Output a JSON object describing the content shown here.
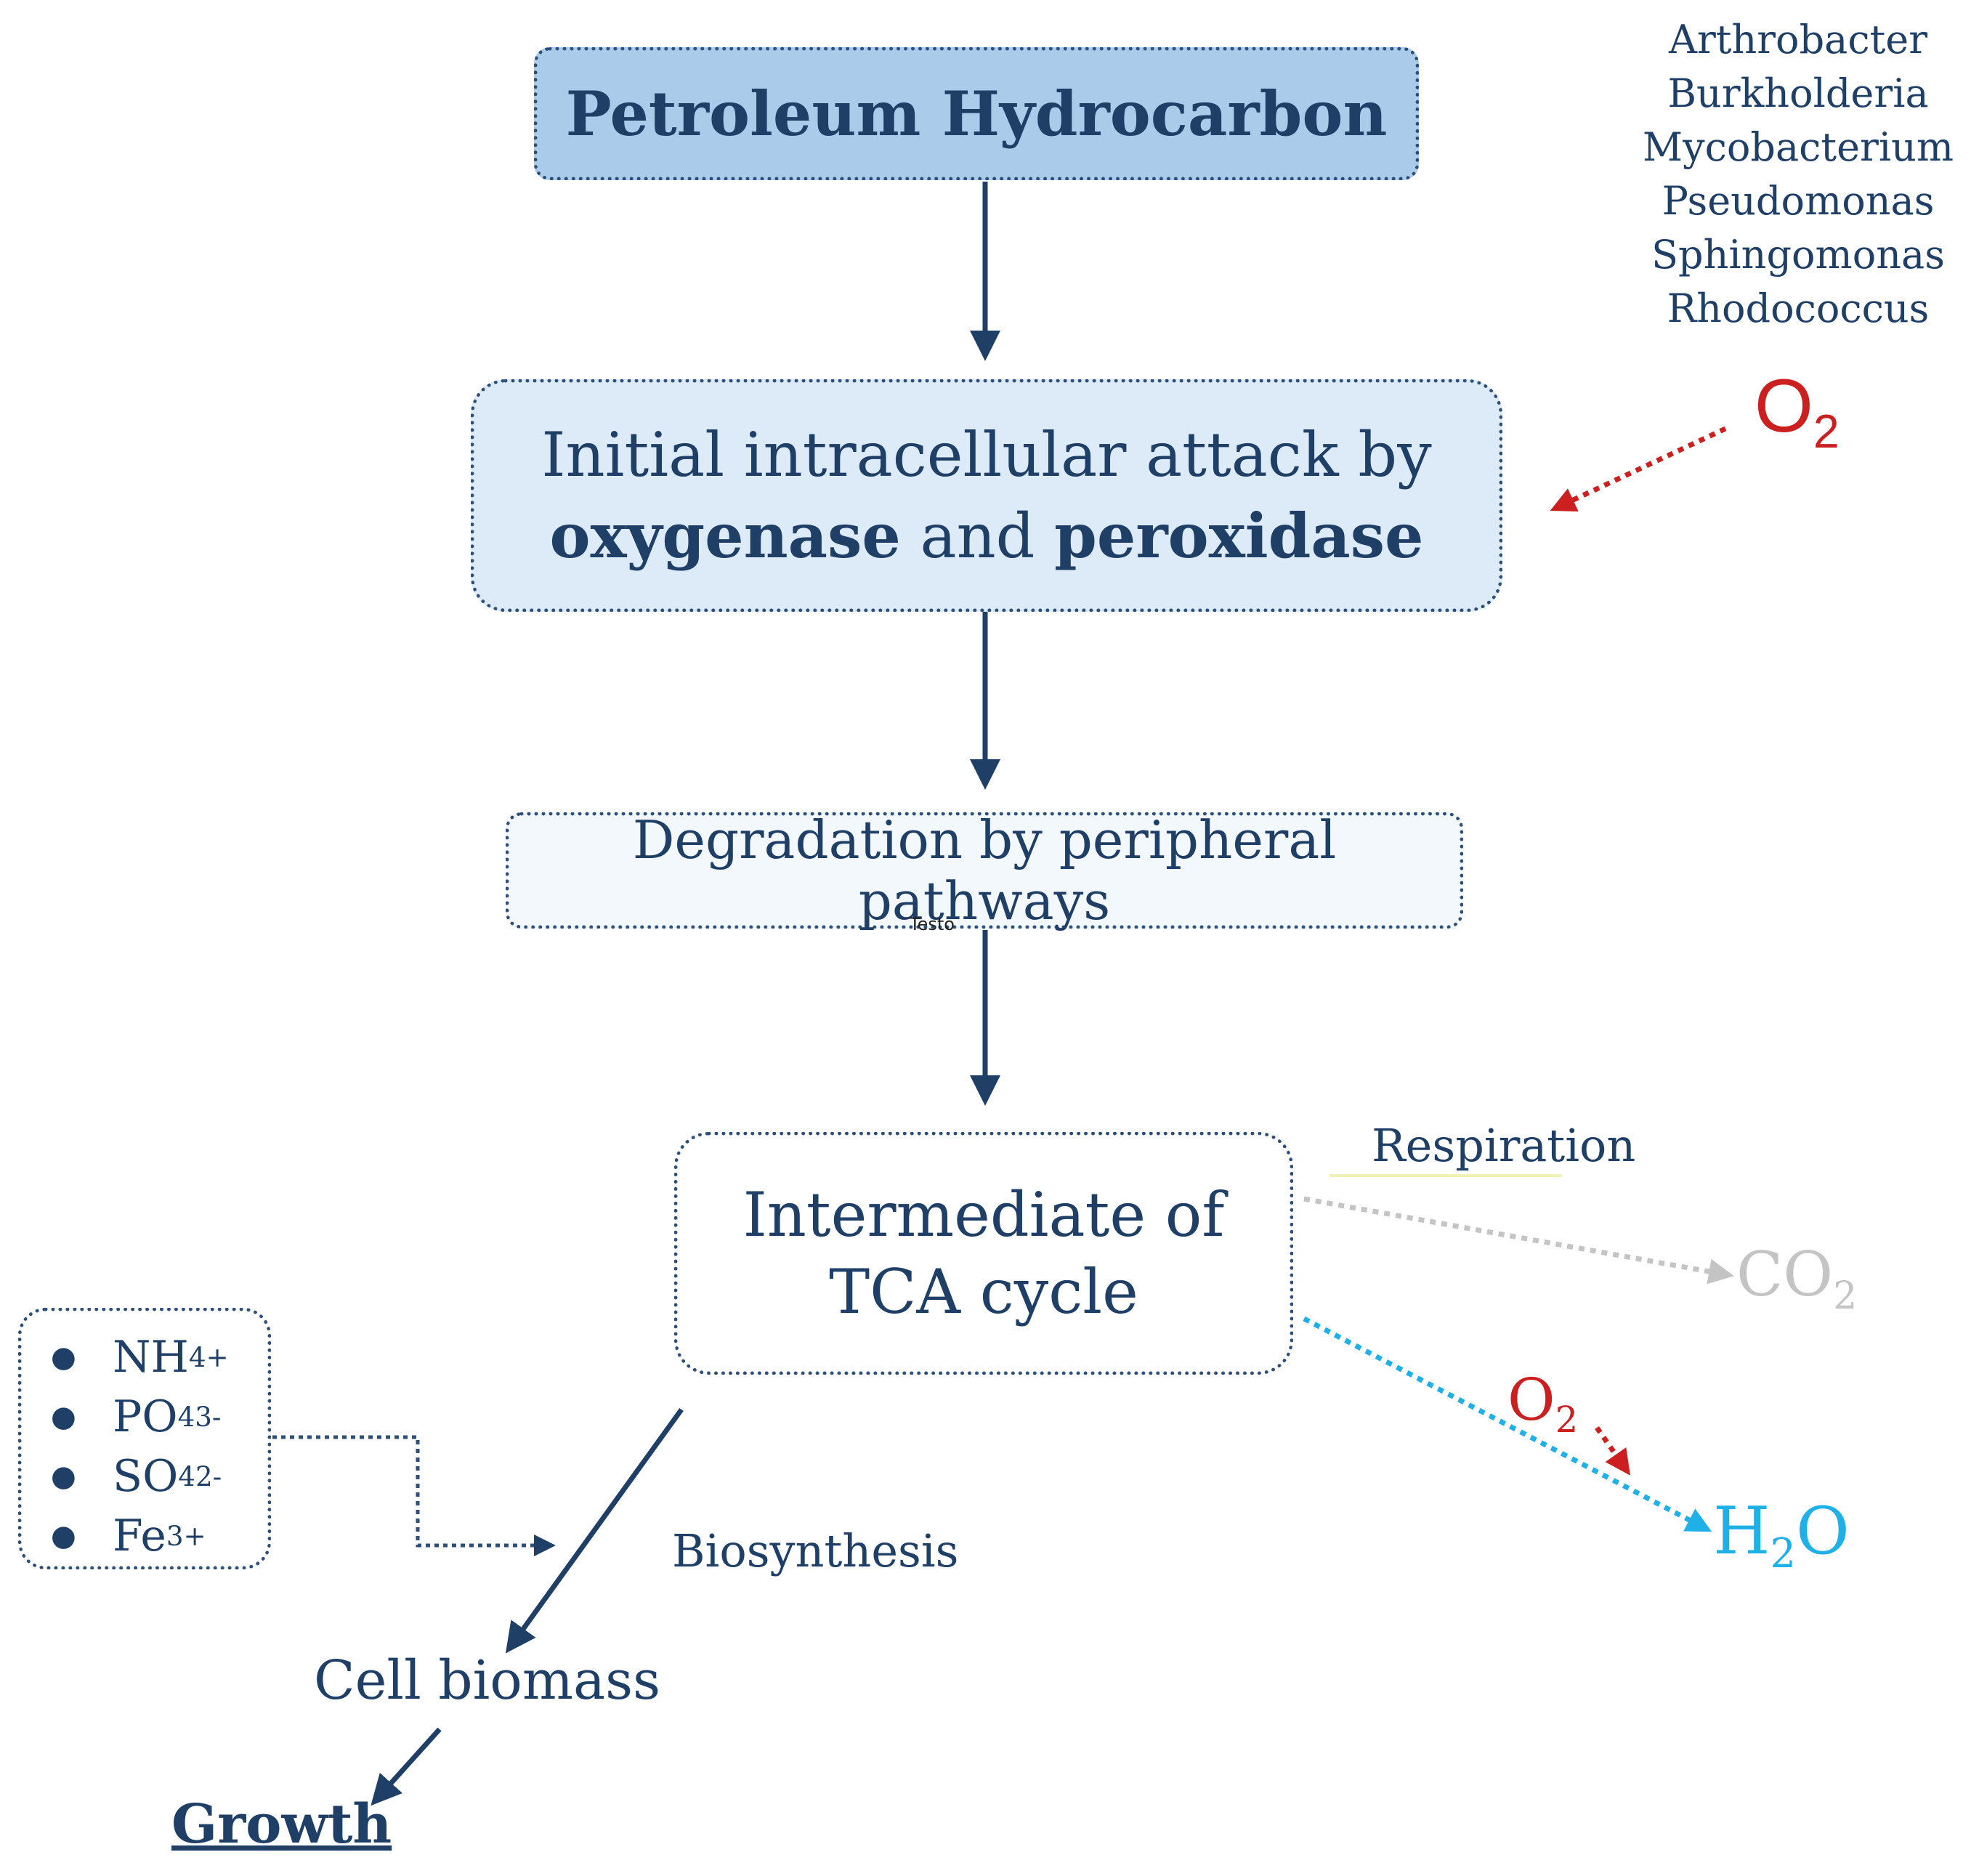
{
  "boxes": {
    "petroleum": {
      "label": "Petroleum Hydrocarbon"
    },
    "attack": {
      "line1": "Initial intracellular attack by",
      "line2_bold1": "oxygenase",
      "line2_mid": " and ",
      "line2_bold2": "peroxidase"
    },
    "degradation": {
      "label": "Degradation by peripheral pathways",
      "small_label": "Testo"
    },
    "tca": {
      "line1": "Intermediate of",
      "line2": "TCA cycle"
    }
  },
  "species": [
    "Arthrobacter",
    "Burkholderia",
    "Mycobacterium",
    "Pseudomonas",
    "Sphingomonas",
    "Rhodococcus"
  ],
  "oxygen": {
    "base": "O",
    "sub": "2"
  },
  "respiration": {
    "label": "Respiration",
    "co2": {
      "base": "CO",
      "sub": "2"
    },
    "o2": {
      "base": "O",
      "sub": "2"
    },
    "h2o": {
      "part1": "H",
      "sub": "2",
      "part2": "O"
    }
  },
  "nutrients": [
    {
      "base": "NH",
      "sub": "4",
      "sup": "+"
    },
    {
      "base": "PO",
      "sub": "4",
      "sup": "3-"
    },
    {
      "base": "SO",
      "sub": "4",
      "sup": "2-"
    },
    {
      "base": "Fe",
      "sub": "",
      "sup": "3+"
    }
  ],
  "biosynthesis": {
    "label": "Biosynthesis"
  },
  "cell_biomass": {
    "label": "Cell biomass"
  },
  "growth": {
    "label": "Growth"
  },
  "colors": {
    "navy": "#1f3f66",
    "oxygen_red": "#cc1f1f",
    "co2_gray": "#c4c4c4",
    "water_cyan": "#1fb0e8",
    "box_fill_dark": "#aacbea",
    "box_fill_light": "#dcebf7"
  }
}
